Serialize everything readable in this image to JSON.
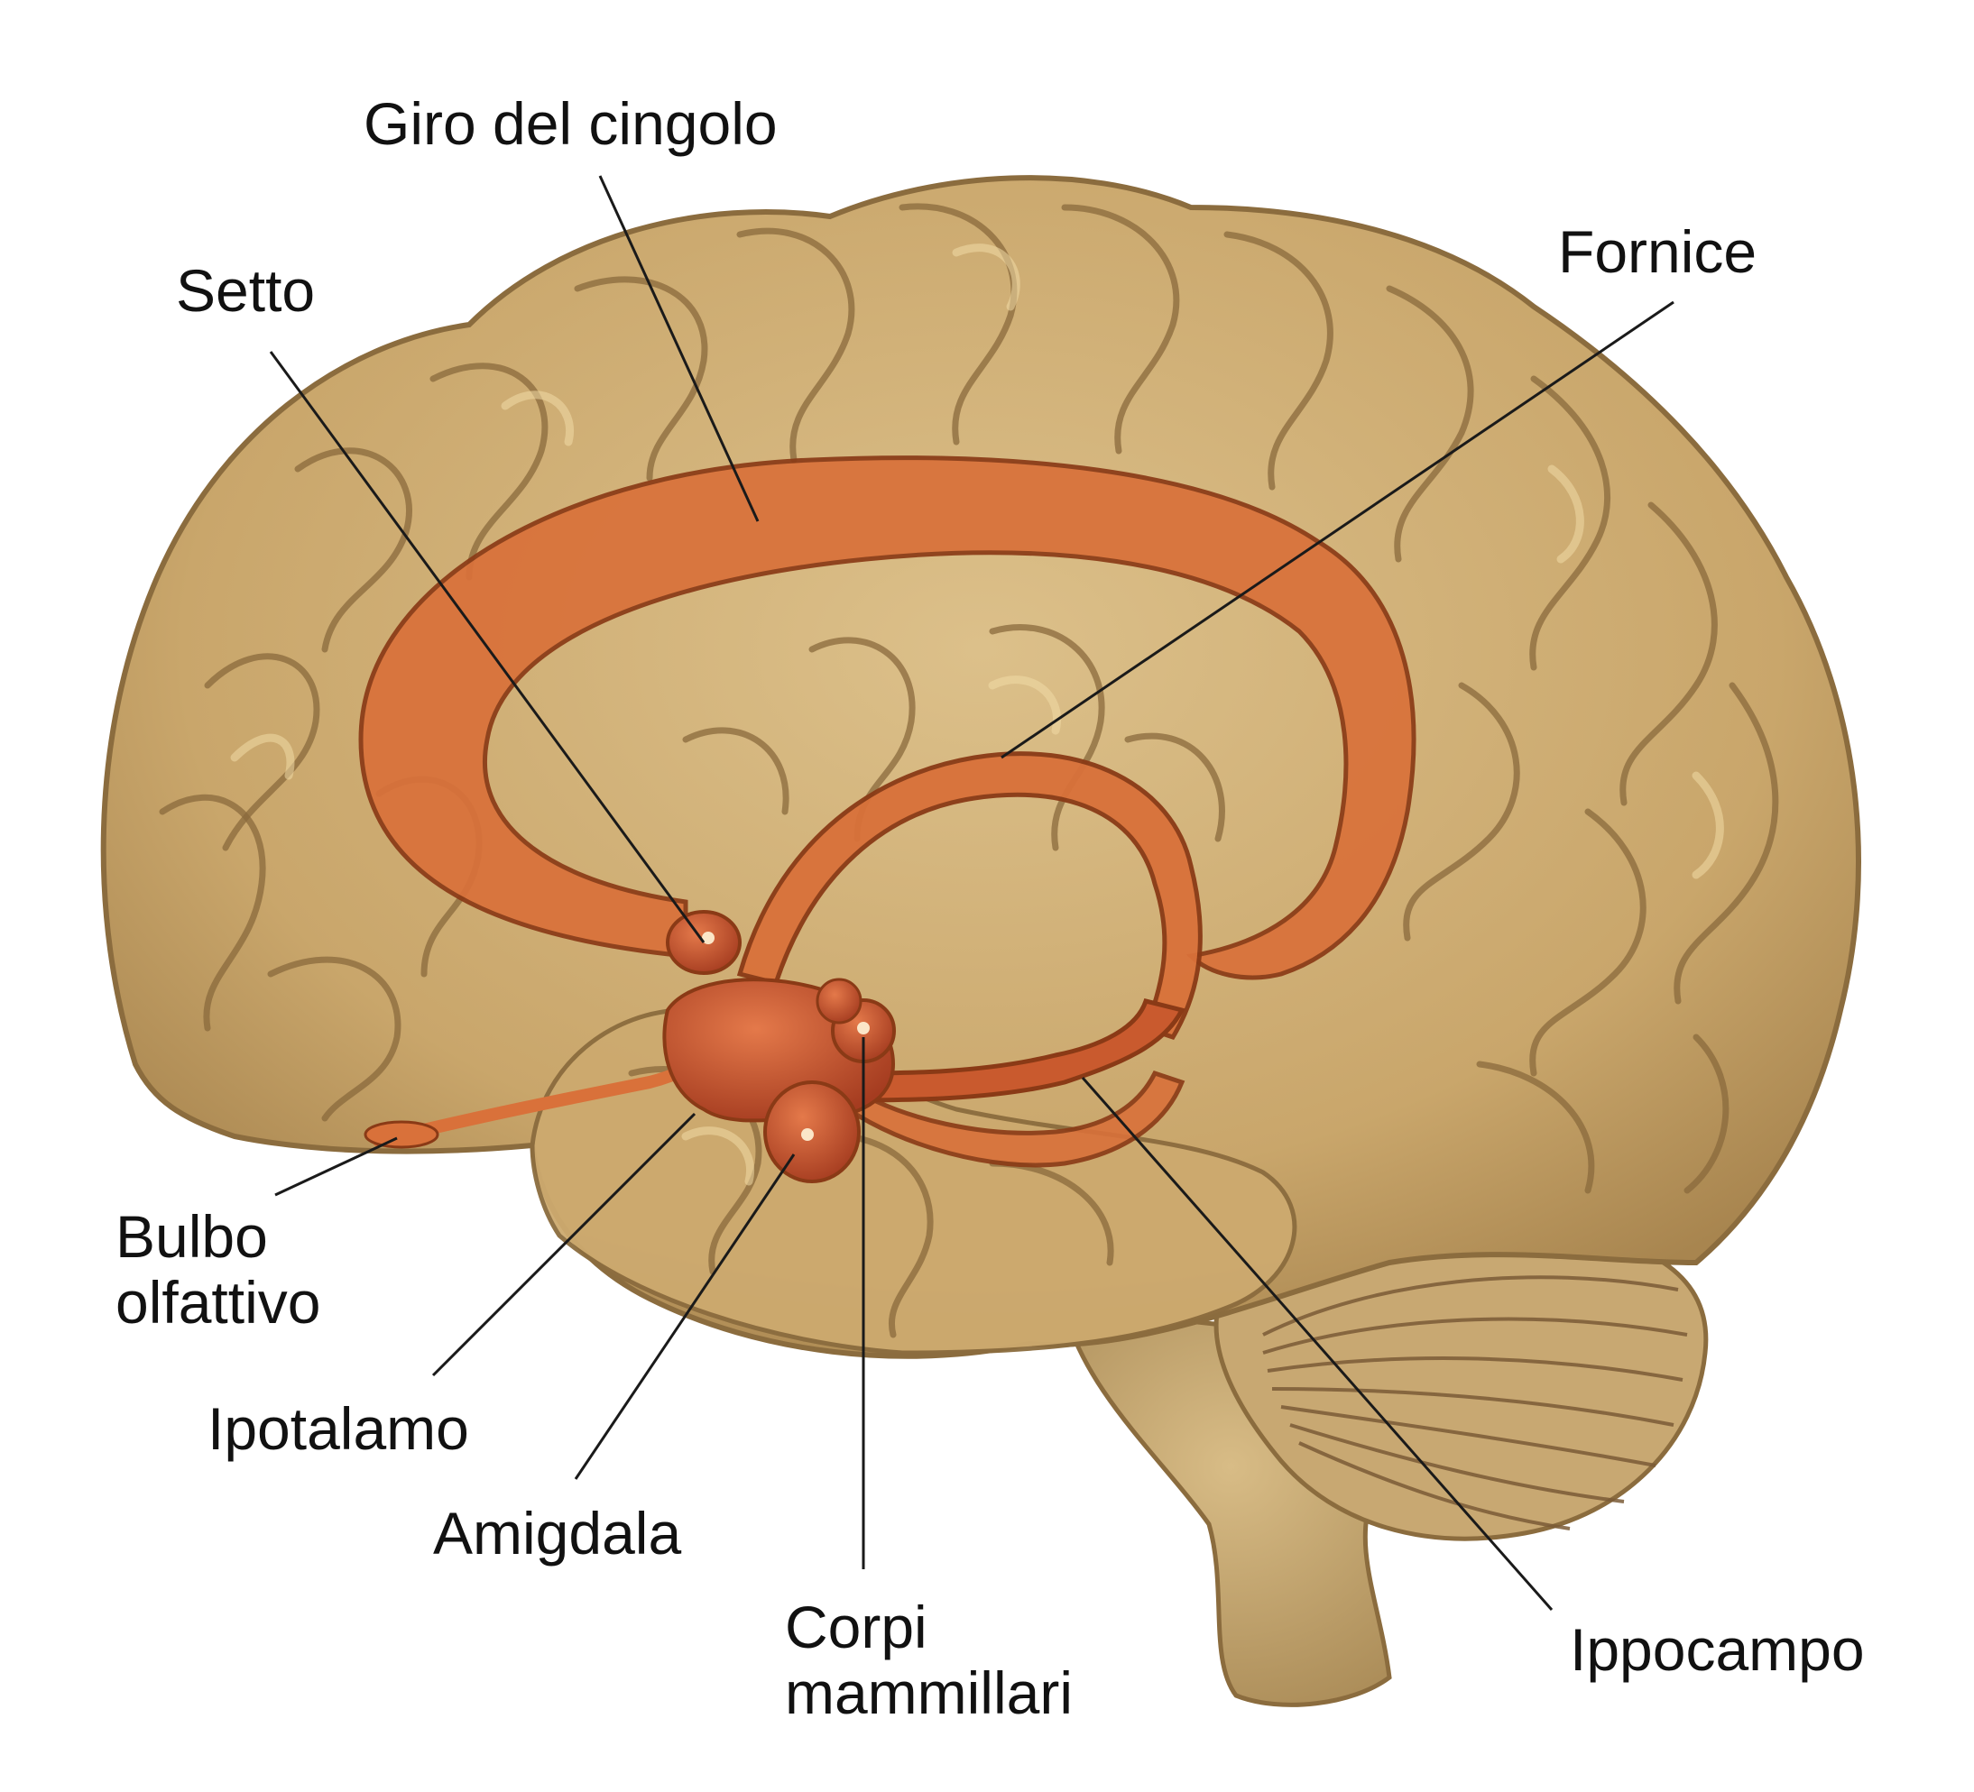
{
  "labels": {
    "cingulate": "Giro del cingolo",
    "septum": "Setto",
    "fornix": "Fornice",
    "olfactory_line1": "Bulbo",
    "olfactory_line2": "olfattivo",
    "hypothalamus": "Ipotalamo",
    "amygdala": "Amigdala",
    "mammillary_line1": "Corpi",
    "mammillary_line2": "mammillari",
    "hippocampus": "Ippocampo"
  },
  "colors": {
    "cortex": "#c9a66b",
    "cortex_shadow": "#9c7b48",
    "cortex_highlight": "#e8d3a0",
    "limbic": "#d9713a",
    "limbic_dark": "#b4532a",
    "nuclei": "#c04a2a",
    "text": "#111111"
  }
}
